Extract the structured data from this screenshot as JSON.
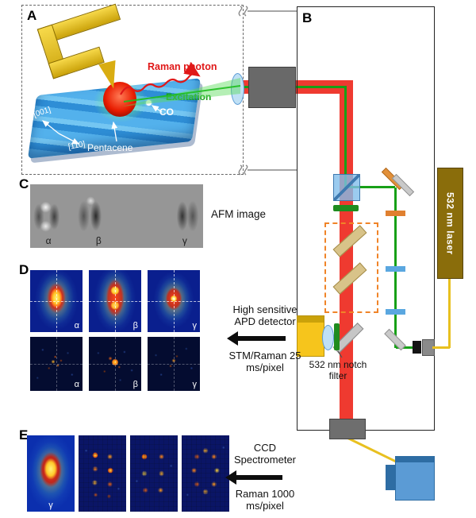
{
  "panels": {
    "a": "A",
    "b": "B",
    "c": "C",
    "d": "D",
    "e": "E"
  },
  "panel_a": {
    "raman_photon_label": "Raman photon",
    "excitation_label": "Excitation",
    "co_label": "CO",
    "pentacene_label": "Pentacene",
    "axis_labels": [
      "[001]",
      "[110]"
    ]
  },
  "panel_b": {
    "laser_label": "532 nm laser",
    "notch_filter_label": "532 nm notch filter"
  },
  "panel_c": {
    "caption": "AFM image",
    "molecule_labels": [
      "α",
      "β",
      "γ"
    ]
  },
  "panel_d": {
    "detector_label": "High sensitive APD detector",
    "mode_label": "STM/Raman 25 ms/pixel",
    "top_map_labels": [
      "α",
      "β",
      "γ"
    ],
    "bottom_map_labels": [
      "α",
      "β",
      "γ"
    ]
  },
  "panel_e": {
    "spectrometer_label": "CCD Spectrometer",
    "mode_label": "Raman 1000 ms/pixel",
    "map_label": "γ"
  },
  "colors": {
    "beam_red": "#ef3a30",
    "beam_green": "#17a017",
    "laser_gold": "#8a6d0b",
    "fiber_yellow": "#e8c020",
    "tip_gold": "#e8c237",
    "sample_blue": "#3f9fe0",
    "apd_yellow": "#f6c51c",
    "ccd_blue": "#5b9bd5"
  }
}
